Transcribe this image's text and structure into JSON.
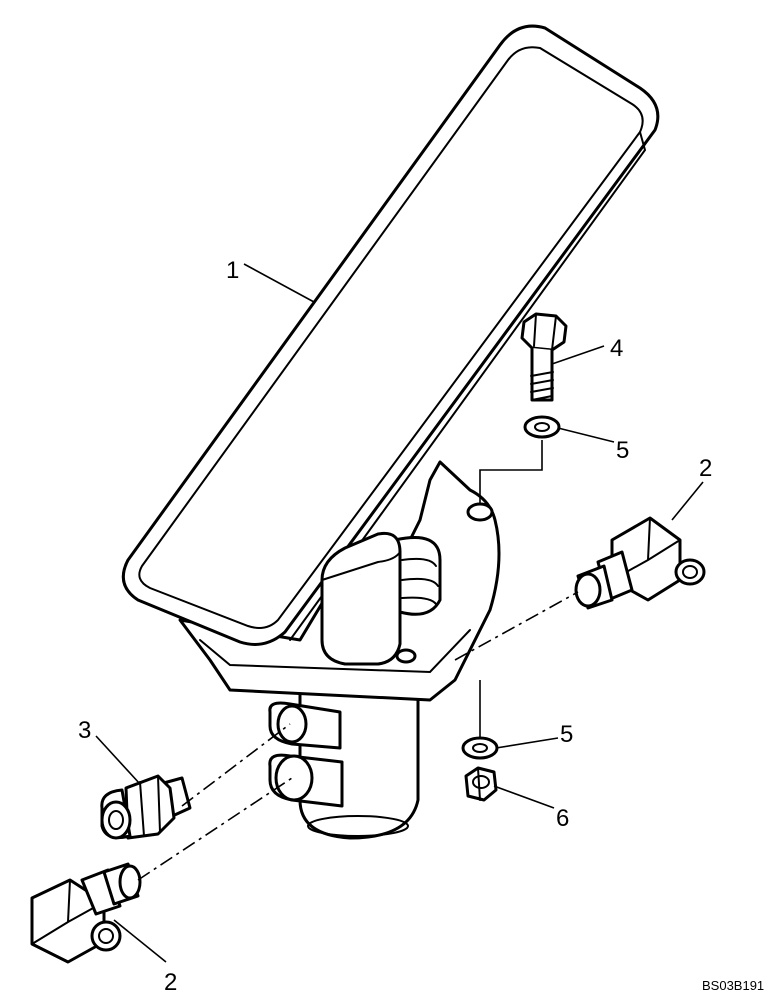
{
  "callouts": {
    "c1": "1",
    "c2_right": "2",
    "c2_bottom": "2",
    "c3": "3",
    "c4": "4",
    "c5_upper": "5",
    "c5_lower": "5",
    "c6": "6"
  },
  "figure_id": "BS03B191",
  "colors": {
    "line": "#000000",
    "background": "#ffffff"
  }
}
